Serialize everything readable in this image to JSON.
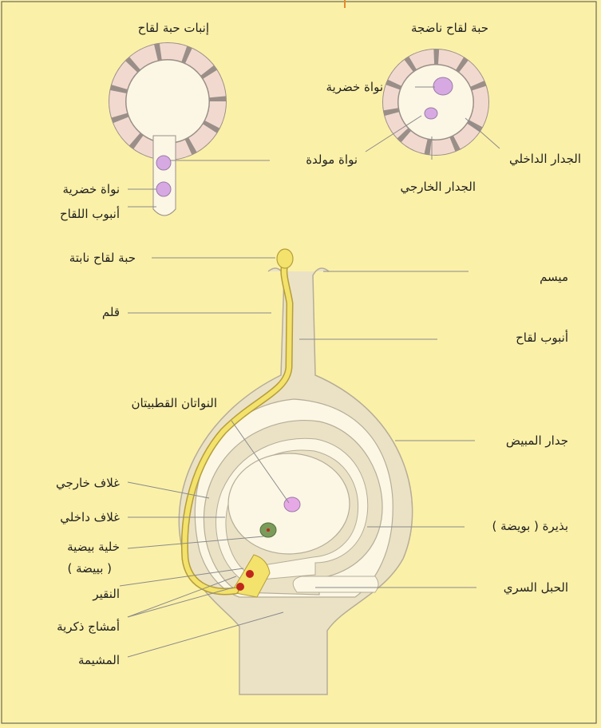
{
  "titles": {
    "germination": "إنبات حبة لقاح",
    "mature": "حبة لقاح ناضجة"
  },
  "labels": {
    "vegetative_nucleus_top": "نواة خضرية",
    "generative_nucleus": "نواة مولدة",
    "inner_wall": "الجدار الداخلي",
    "outer_wall": "الجدار الخارجي",
    "vegetative_nucleus_left": "نواة خضرية",
    "pollen_tube_small": "أنبوب اللقاح",
    "germinating_grain": "حبة لقاح نابتة",
    "stigma": "ميسم",
    "style": "قلم",
    "pollen_tube": "أنبوب لقاح",
    "polar_nuclei": "النواتان القطبيتان",
    "ovary_wall": "جدار المبيض",
    "outer_integument": "غلاف خارجي",
    "inner_integument": "غلاف داخلي",
    "ovule": "بذيرة ( بويضة )",
    "egg_cell": "خلية بيضية",
    "egg_cell_sub": "( بييضة )",
    "micropyle": "النقير",
    "funiculus": "الحبل السري",
    "sperm_cells": "أمشاج ذكرية",
    "placenta": "المشيمة"
  },
  "colors": {
    "background": "#fbf0a8",
    "tissue": "#ebe2c6",
    "tissue_stroke": "#b5ad97",
    "wall": "#f2d9cf",
    "wall_stroke": "#9a8f88",
    "nucleus": "#d7a9e2",
    "tube": "#f3e26b",
    "egg": "#7a9b5a",
    "sperm": "#c0271c",
    "line": "#8a8a8a"
  }
}
